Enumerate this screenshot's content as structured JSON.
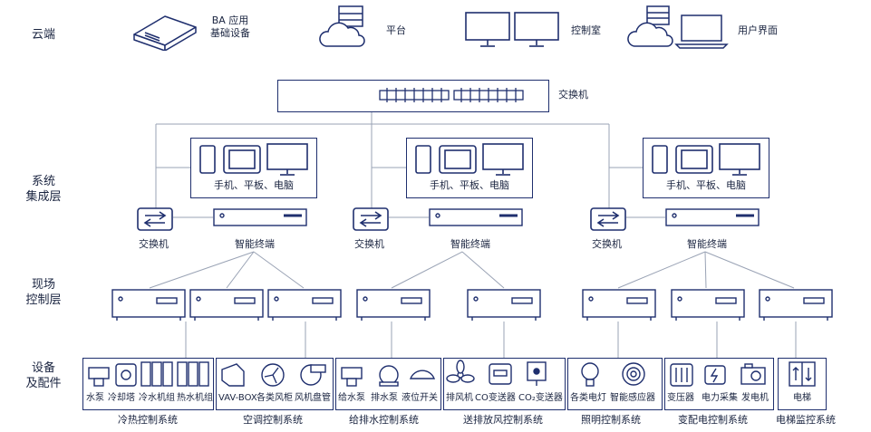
{
  "layers": {
    "cloud": "云端",
    "system": "系统\n集成层",
    "field": "现场\n控制层",
    "device": "设备\n及配件"
  },
  "cloud_row": {
    "ba_app": "BA 应用\n基础设备",
    "platform": "平台",
    "control_room": "控制室",
    "user_ui": "用户界面"
  },
  "switch_main": "交换机",
  "groups": [
    {
      "devices": "手机、平板、电脑",
      "switch": "交换机",
      "terminal": "智能终端"
    },
    {
      "devices": "手机、平板、电脑",
      "switch": "交换机",
      "terminal": "智能终端"
    },
    {
      "devices": "手机、平板、电脑",
      "switch": "交换机",
      "terminal": "智能终端"
    }
  ],
  "equipment": {
    "cooling": [
      "水泵",
      "冷却塔",
      "冷水机组",
      "热水机组"
    ],
    "hvac": [
      "VAV-BOX",
      "各类风柜",
      "风机盘管"
    ],
    "water": [
      "给水泵",
      "排水泵",
      "液位开关"
    ],
    "air": [
      "排风机",
      "CO变送器",
      "CO₂变送器"
    ],
    "light": [
      "各类电灯",
      "智能感应器"
    ],
    "power": [
      "变压器",
      "电力采集",
      "发电机"
    ],
    "elevator": [
      "电梯"
    ]
  },
  "systems": [
    "冷热控制系统",
    "空调控制系统",
    "给排水控制系统",
    "送排放风控制系统",
    "照明控制系统",
    "变配电控制系统",
    "电梯监控系统"
  ],
  "colors": {
    "stroke": "#1f2f6e",
    "wire": "#9aa3b5",
    "text": "#1a2440"
  }
}
